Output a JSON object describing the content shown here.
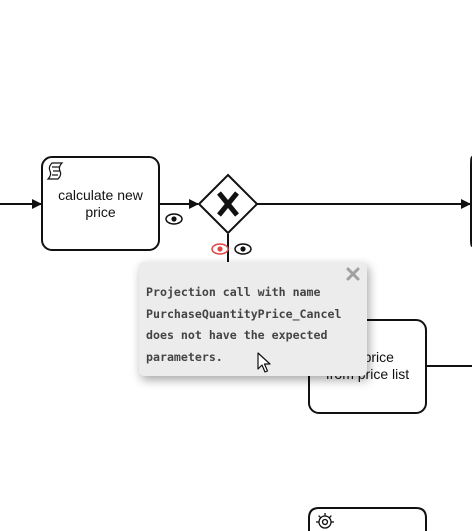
{
  "diagram": {
    "tasks": {
      "calculate": {
        "label": "calculate new\nprice",
        "icon": "script-task-icon"
      },
      "hold": {
        "label": "old price\nfrom price list"
      },
      "service": {
        "icon": "service-task-icon"
      }
    },
    "gateway": {
      "type": "exclusive",
      "icon": "x-icon"
    }
  },
  "tooltip": {
    "message": "Projection call with name\nPurchaseQuantityPrice_Cancel\ndoes not have the expected\nparameters.",
    "close_icon": "close-icon"
  },
  "colors": {
    "stroke": "#111111",
    "tooltip_bg": "#ececec",
    "tooltip_text": "#444444",
    "error_eye": "#e04848",
    "close": "#a0a0a0"
  }
}
